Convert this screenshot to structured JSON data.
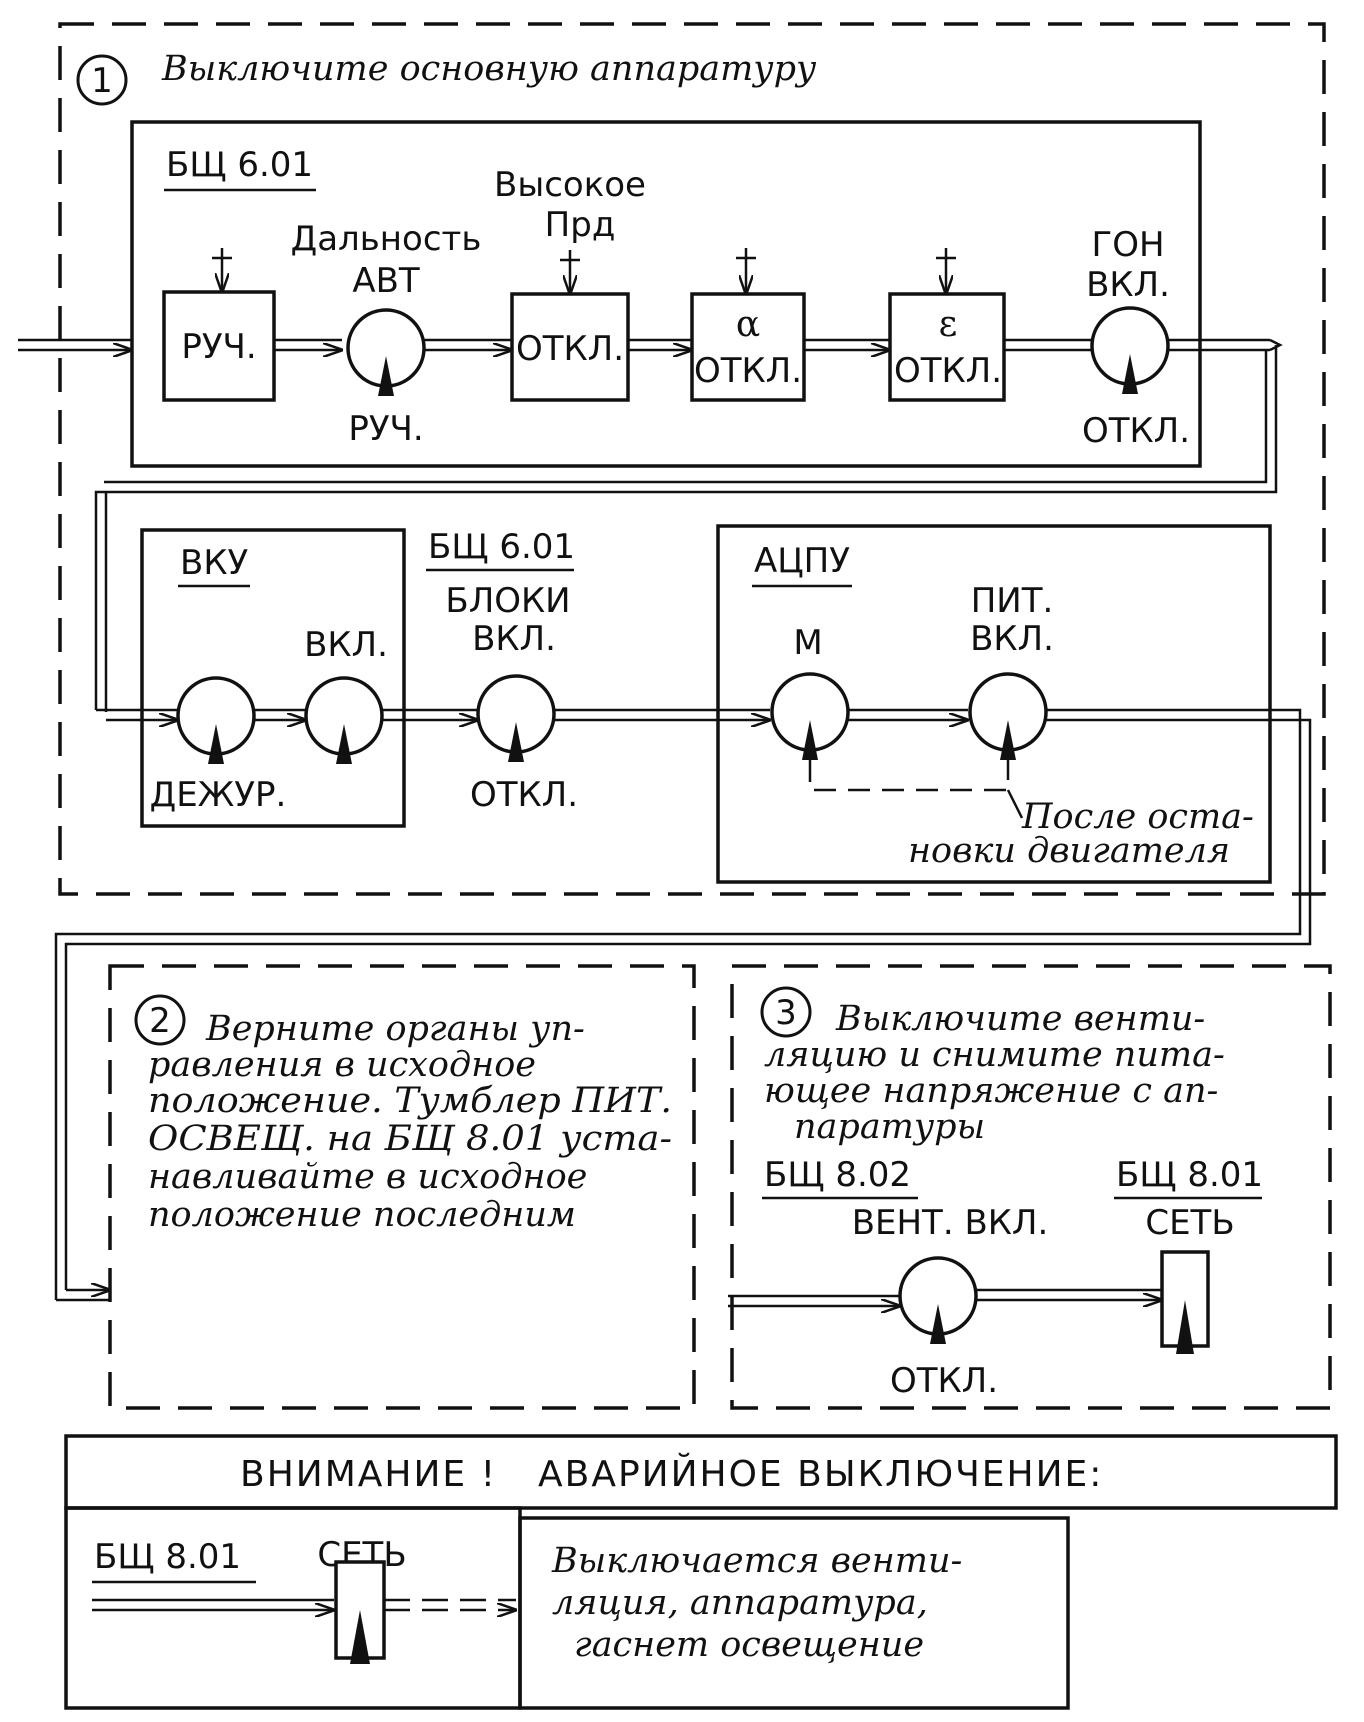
{
  "steps": {
    "step1": {
      "number": "1",
      "title": "Выключите основную аппаратуру",
      "panel_top": {
        "name": "БЩ 6.01",
        "range_label_1": "Дальность",
        "range_label_2": "АВТ",
        "range_bottom": "РУЧ.",
        "box1": "РУЧ.",
        "high_label_1": "Высокое",
        "high_label_2": "Прд",
        "box2": "ОТКЛ.",
        "box3_symbol": "α",
        "box3": "ОТКЛ.",
        "box4_symbol": "ε",
        "box4": "ОТКЛ.",
        "gon_label_1": "ГОН",
        "gon_label_2": "ВКЛ.",
        "gon_bottom": "ОТКЛ."
      },
      "vku": {
        "name": "ВКУ",
        "on_label": "ВКЛ.",
        "duty_label": "ДЕЖУР."
      },
      "bsch": {
        "name": "БЩ 6.01",
        "label_1": "БЛОКИ",
        "label_2": "ВКЛ.",
        "bottom": "ОТКЛ."
      },
      "acpu": {
        "name": "АЦПУ",
        "m_label": "М",
        "pit_label_1": "ПИТ.",
        "pit_label_2": "ВКЛ.",
        "note_1": "После оста-",
        "note_2": "новки двигателя"
      }
    },
    "step2": {
      "number": "2",
      "lines": [
        "Верните органы уп-",
        "равления в исходное",
        "положение. Тумблер ПИТ.",
        "ОСВЕЩ. на БЩ 8.01 уста-",
        "навливайте в исходное",
        "положение последним"
      ]
    },
    "step3": {
      "number": "3",
      "lines": [
        "Выключите венти-",
        "ляцию и снимите пита-",
        "ющее напряжение с ап-",
        "паратуры"
      ],
      "panel_left": "БЩ 8.02",
      "vent_label": "ВЕНТ. ВКЛ.",
      "vent_bottom": "ОТКЛ.",
      "panel_right": "БЩ 8.01",
      "net_label": "СЕТЬ"
    }
  },
  "emergency": {
    "title_1": "ВНИМАНИЕ !",
    "title_2": "АВАРИЙНОЕ ВЫКЛЮЧЕНИЕ:",
    "panel": "БЩ 8.01",
    "net_label": "СЕТЬ",
    "lines": [
      "Выключается венти-",
      "ляция, аппаратура,",
      "гаснет освещение"
    ]
  }
}
